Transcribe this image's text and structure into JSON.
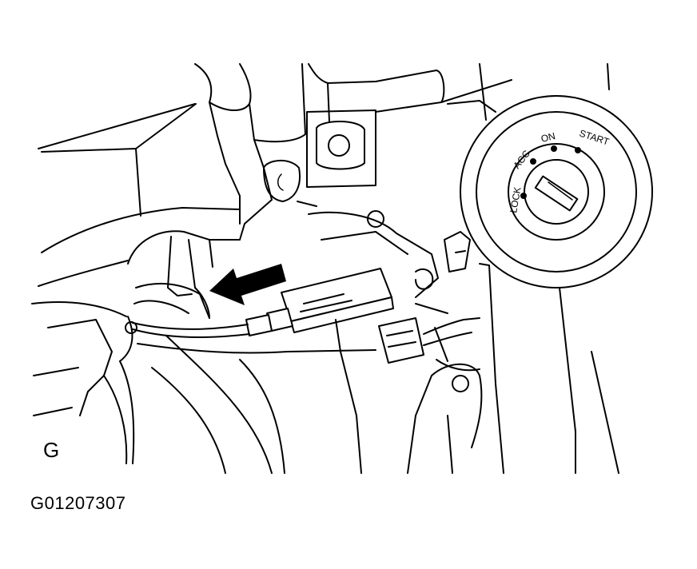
{
  "figure": {
    "view_label": "G",
    "figure_id": "G01207307"
  },
  "inset": {
    "positions": [
      "LOCK",
      "ACC",
      "ON",
      "START"
    ]
  },
  "icons": {
    "removal_arrow": "arrow-left-icon",
    "key_slot": "key-cylinder-icon"
  },
  "colors": {
    "line": "#000000",
    "background": "#ffffff"
  }
}
